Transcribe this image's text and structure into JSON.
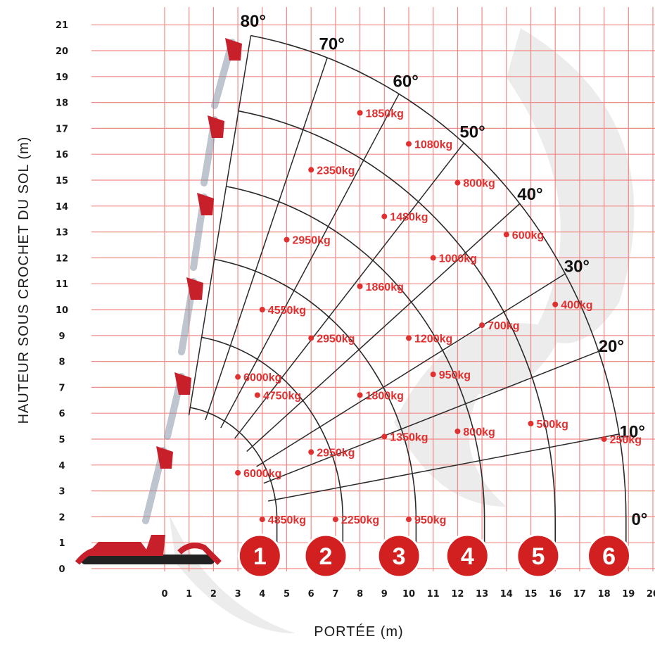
{
  "colors": {
    "grid": "#f08a86",
    "grid_minor": "#f7b7b3",
    "curve": "#2a2a2a",
    "label": "#e03030",
    "badge": "#d21f1f",
    "crane": "#c8202b",
    "watermark": "#ececec"
  },
  "chart_data": {
    "type": "scatter",
    "xlabel": "PORTÉE (m)",
    "ylabel": "HAUTEUR SOUS CROCHET DU SOL (m)",
    "xlim": [
      0,
      20
    ],
    "ylim": [
      0,
      21
    ],
    "xticks": [
      "0",
      "1",
      "2",
      "3",
      "4",
      "5",
      "6",
      "7",
      "8",
      "9",
      "10",
      "11",
      "12",
      "13",
      "14",
      "15",
      "16",
      "17",
      "18",
      "19",
      "20"
    ],
    "yticks": [
      "0",
      "1",
      "2",
      "3",
      "4",
      "5",
      "6",
      "7",
      "8",
      "9",
      "10",
      "11",
      "12",
      "13",
      "14",
      "15",
      "16",
      "17",
      "18",
      "19",
      "20",
      "21"
    ],
    "grid": true,
    "origin": [
      0.25,
      0.0
    ],
    "angles": [
      {
        "label": "0°",
        "deg": 0
      },
      {
        "label": "10°",
        "deg": 10
      },
      {
        "label": "20°",
        "deg": 20
      },
      {
        "label": "30°",
        "deg": 30
      },
      {
        "label": "40°",
        "deg": 40
      },
      {
        "label": "50°",
        "deg": 50
      },
      {
        "label": "60°",
        "deg": 60
      },
      {
        "label": "70°",
        "deg": 70
      },
      {
        "label": "80°",
        "deg": 80
      }
    ],
    "configurations": [
      {
        "badge": "1",
        "reach": 4.3
      },
      {
        "badge": "2",
        "reach": 7.0
      },
      {
        "badge": "3",
        "reach": 10.0
      },
      {
        "badge": "4",
        "reach": 12.8
      },
      {
        "badge": "5",
        "reach": 15.7
      },
      {
        "badge": "6",
        "reach": 18.6
      }
    ],
    "points": [
      {
        "label": "4850kg",
        "x": 4.0,
        "y": 1.9
      },
      {
        "label": "6000kg",
        "x": 3.0,
        "y": 3.7
      },
      {
        "label": "6000kg",
        "x": 3.0,
        "y": 7.4
      },
      {
        "label": "4750kg",
        "x": 3.8,
        "y": 6.7
      },
      {
        "label": "4550kg",
        "x": 4.0,
        "y": 10.0
      },
      {
        "label": "2950kg",
        "x": 5.0,
        "y": 12.7
      },
      {
        "label": "2350kg",
        "x": 6.0,
        "y": 15.4
      },
      {
        "label": "1850kg",
        "x": 8.0,
        "y": 17.6
      },
      {
        "label": "2250kg",
        "x": 7.0,
        "y": 1.9
      },
      {
        "label": "2950kg",
        "x": 6.0,
        "y": 4.5
      },
      {
        "label": "1800kg",
        "x": 8.0,
        "y": 6.7
      },
      {
        "label": "2950kg",
        "x": 6.0,
        "y": 8.9
      },
      {
        "label": "1860kg",
        "x": 8.0,
        "y": 10.9
      },
      {
        "label": "1480kg",
        "x": 9.0,
        "y": 13.6
      },
      {
        "label": "1080kg",
        "x": 10.0,
        "y": 16.4
      },
      {
        "label": "950kg",
        "x": 10.0,
        "y": 1.9
      },
      {
        "label": "1350kg",
        "x": 9.0,
        "y": 5.1
      },
      {
        "label": "1200kg",
        "x": 10.0,
        "y": 8.9
      },
      {
        "label": "1000kg",
        "x": 11.0,
        "y": 12.0
      },
      {
        "label": "800kg",
        "x": 12.0,
        "y": 14.9
      },
      {
        "label": "950kg",
        "x": 11.0,
        "y": 7.5
      },
      {
        "label": "800kg",
        "x": 12.0,
        "y": 5.3
      },
      {
        "label": "700kg",
        "x": 13.0,
        "y": 9.4
      },
      {
        "label": "600kg",
        "x": 14.0,
        "y": 12.9
      },
      {
        "label": "500kg",
        "x": 15.0,
        "y": 5.6
      },
      {
        "label": "400kg",
        "x": 16.0,
        "y": 10.2
      },
      {
        "label": "250kg",
        "x": 18.0,
        "y": 5.0
      }
    ]
  }
}
